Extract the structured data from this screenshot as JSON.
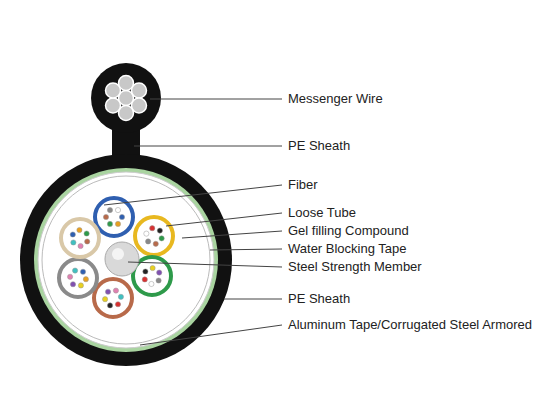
{
  "diagram": {
    "labels": [
      "Messenger Wire",
      "PE Sheath",
      "Fiber",
      "Loose Tube",
      "Gel filling Compound",
      "Water Blocking Tape",
      "Steel Strength Member",
      "PE Sheath",
      "Aluminum Tape/Corrugated Steel Armored"
    ]
  }
}
